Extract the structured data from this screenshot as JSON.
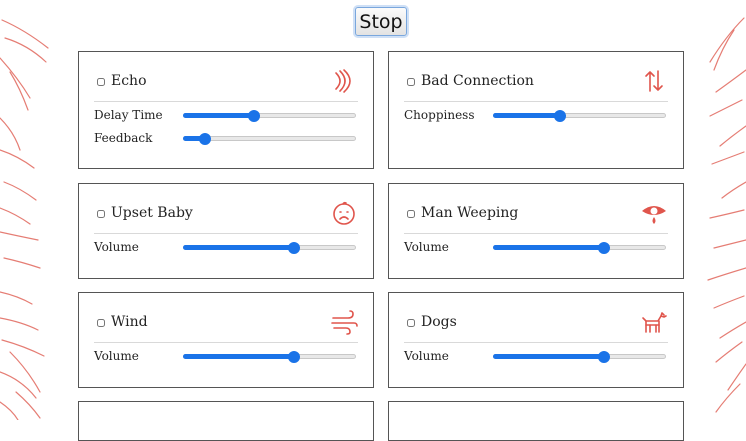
{
  "stop_label": "Stop",
  "accent_color": "#1a73e8",
  "icon_color": "#e0554c",
  "cards": [
    {
      "title": "Echo",
      "icon": "echo-waves-icon",
      "checked": false,
      "sliders": [
        {
          "label": "Delay Time",
          "value": 0.41
        },
        {
          "label": "Feedback",
          "value": 0.13
        }
      ]
    },
    {
      "title": "Bad Connection",
      "icon": "up-down-arrows-icon",
      "checked": false,
      "sliders": [
        {
          "label": "Choppiness",
          "value": 0.39
        }
      ]
    },
    {
      "title": "Upset Baby",
      "icon": "sad-face-icon",
      "checked": false,
      "sliders": [
        {
          "label": "Volume",
          "value": 0.64
        }
      ]
    },
    {
      "title": "Man Weeping",
      "icon": "weeping-eye-icon",
      "checked": false,
      "sliders": [
        {
          "label": "Volume",
          "value": 0.64
        }
      ]
    },
    {
      "title": "Wind",
      "icon": "wind-icon",
      "checked": false,
      "sliders": [
        {
          "label": "Volume",
          "value": 0.64
        }
      ]
    },
    {
      "title": "Dogs",
      "icon": "dog-icon",
      "checked": false,
      "sliders": [
        {
          "label": "Volume",
          "value": 0.64
        }
      ]
    }
  ]
}
